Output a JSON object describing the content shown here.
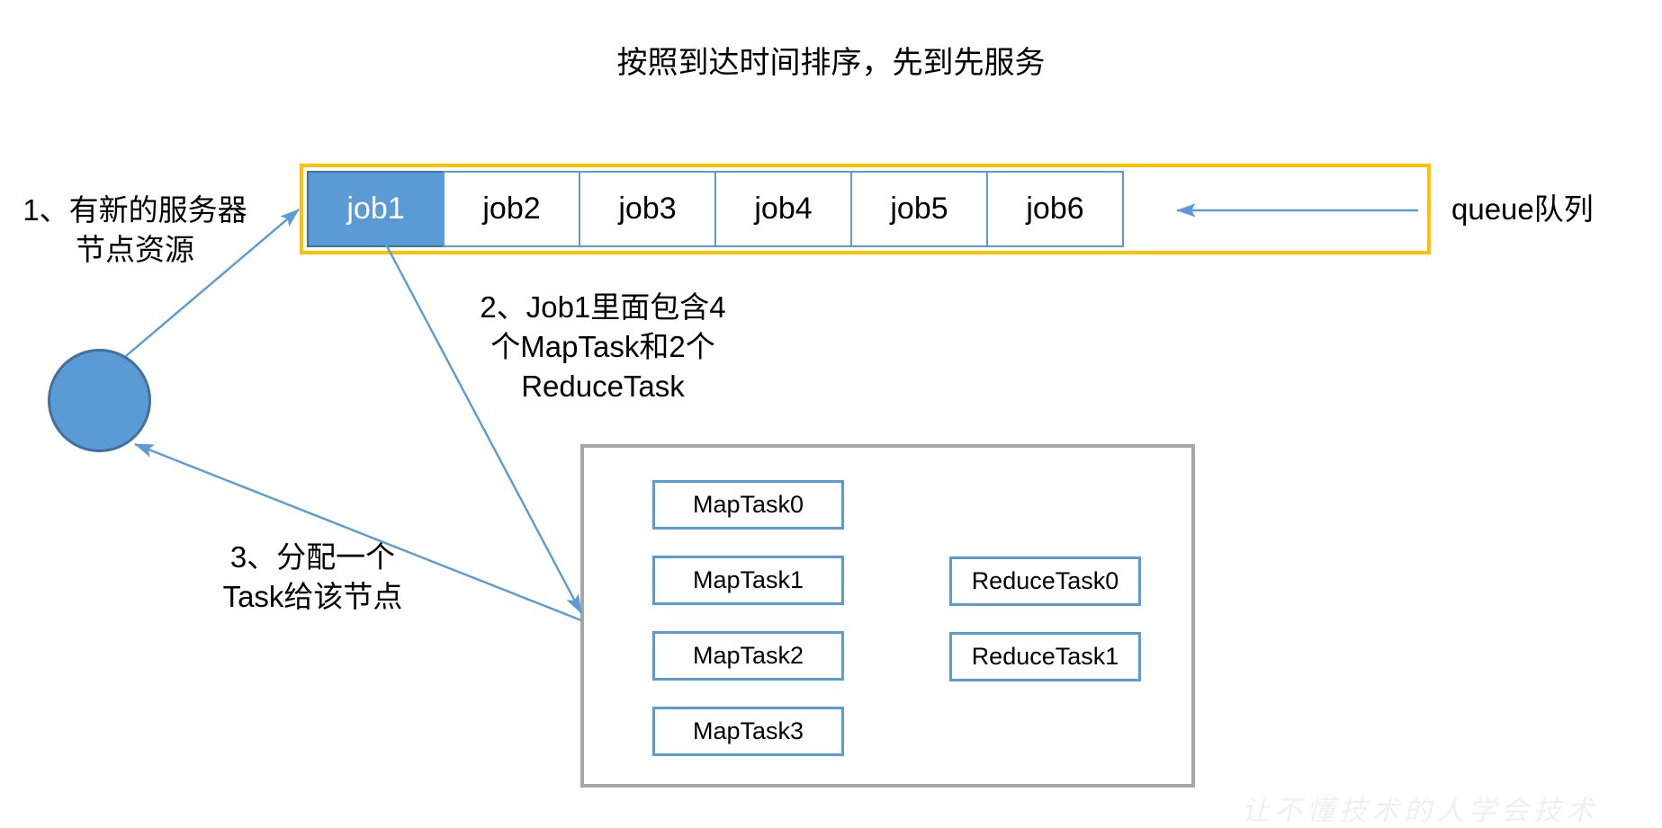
{
  "title": "按照到达时间排序，先到先服务",
  "queue": {
    "label": "queue队列",
    "jobs": [
      {
        "label": "job1",
        "active": true
      },
      {
        "label": "job2",
        "active": false
      },
      {
        "label": "job3",
        "active": false
      },
      {
        "label": "job4",
        "active": false
      },
      {
        "label": "job5",
        "active": false
      },
      {
        "label": "job6",
        "active": false
      }
    ],
    "frame_color": "#FFC000",
    "cell_border_color": "#5B9BD5",
    "active_fill_color": "#5B9BD5"
  },
  "server_node": {
    "name": "server-node",
    "fill_color": "#5B9BD5",
    "border_color": "#41719C"
  },
  "annotations": [
    {
      "id": "annotation-1",
      "text": "1、有新的服务器\n节点资源"
    },
    {
      "id": "annotation-2",
      "text": "2、Job1里面包含4\n个MapTask和2个\nReduceTask"
    },
    {
      "id": "annotation-3",
      "text": "3、分配一个\nTask给该节点"
    }
  ],
  "task_container": {
    "border_color": "#A6A6A6",
    "map_tasks": [
      "MapTask0",
      "MapTask1",
      "MapTask2",
      "MapTask3"
    ],
    "reduce_tasks": [
      "ReduceTask0",
      "ReduceTask1"
    ]
  },
  "arrows": {
    "color": "#5B9BD5",
    "items": [
      {
        "name": "arrow-queue-intake",
        "from": "right-edge-of-queue-frame",
        "to": "job6-cell"
      },
      {
        "name": "arrow-node-to-queue",
        "from": "server-node",
        "to": "job1-cell"
      },
      {
        "name": "arrow-job1-to-tasks",
        "from": "job1-cell",
        "to": "task-container"
      },
      {
        "name": "arrow-tasks-to-node",
        "from": "task-container",
        "to": "server-node"
      }
    ]
  },
  "watermark": "让不懂技术的人学会技术"
}
